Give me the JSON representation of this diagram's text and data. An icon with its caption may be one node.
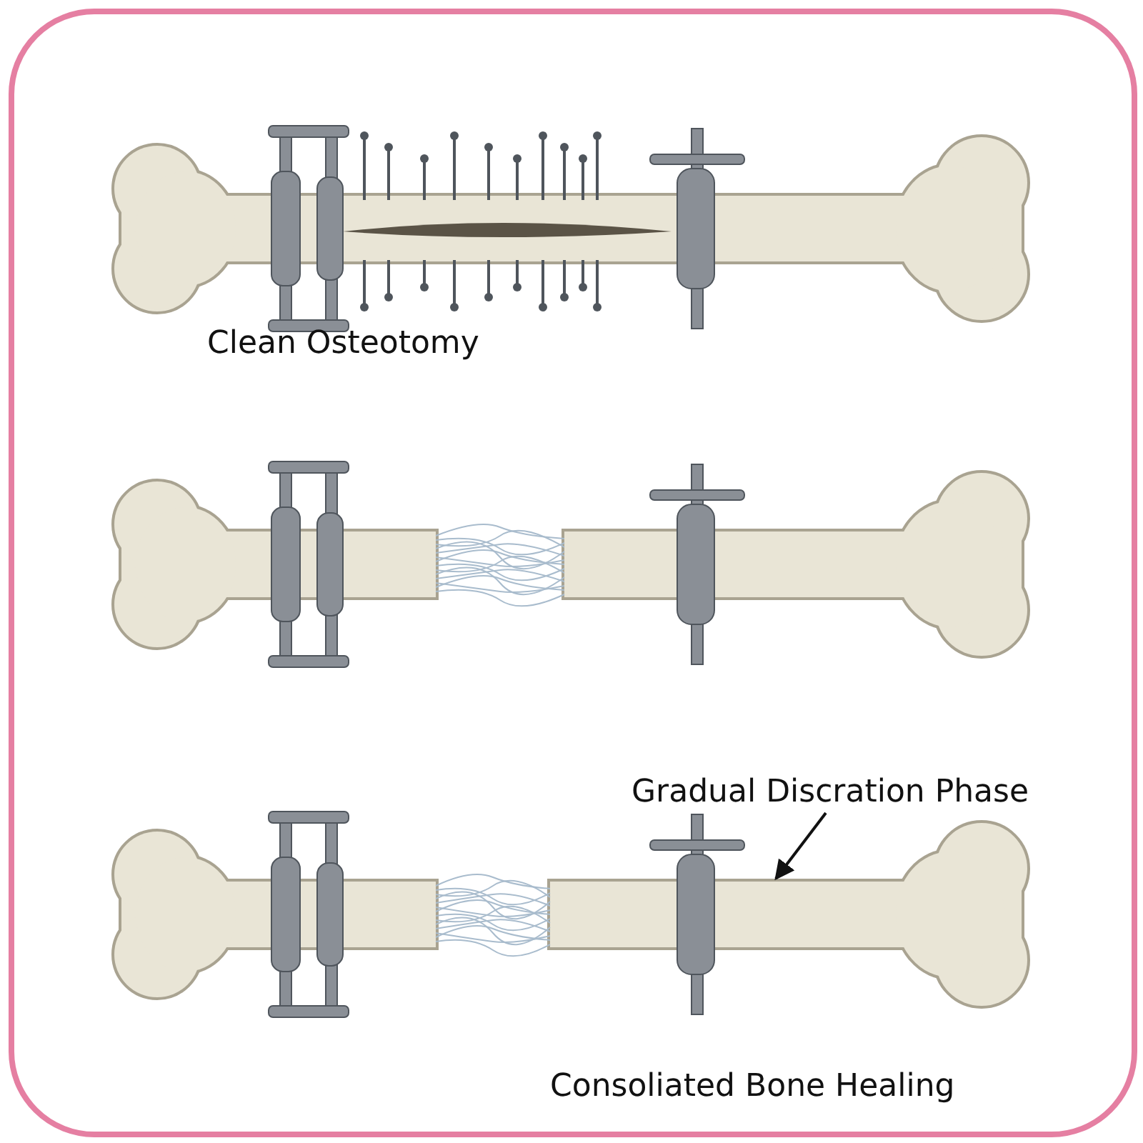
{
  "diagram": {
    "nodes": [
      {
        "text": [
          "Gradual Discration Phase"
        ]
      },
      {
        "text": [],
        "shape": "picture"
      }
    ],
    "edges": [
      {
        "from": 0,
        "to": 1,
        "arrow": "to"
      }
    ],
    "labels": [
      "Clean Osteotomy",
      "Consoliated Bone Healing"
    ]
  }
}
